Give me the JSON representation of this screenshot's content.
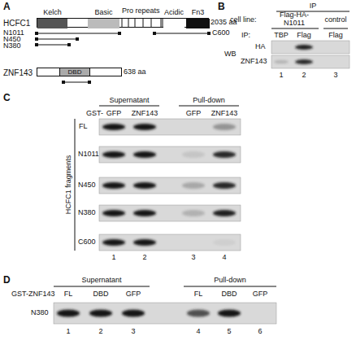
{
  "diagram": {
    "nodes": [
      {
        "text": [
          "HCFC1",
          "2035 aa"
        ]
      },
      {
        "text": [
          "Kelch"
        ],
        "in": 0
      },
      {
        "text": [
          "Basic"
        ],
        "in": 0
      },
      {
        "text": [
          "Acidic"
        ],
        "in": 0
      },
      {
        "text": [
          "Fn3"
        ],
        "in": 0
      },
      {
        "text": [
          "ZNF143",
          "638 aa"
        ]
      },
      {
        "text": [
          "DBD"
        ],
        "in": 5
      }
    ],
    "labels": [
      "A",
      "N1011",
      "N450",
      "N380",
      "C600",
      "Pro repeats",
      "B",
      "IP",
      "cell line:",
      "Flag-HA- N1011",
      "control",
      "IP:",
      "TBP",
      "Flag",
      "Flag",
      "WB",
      "HA",
      "ZNF143",
      "1",
      "2",
      "3",
      "C",
      "Supernatant",
      "Pull-down",
      "GST-",
      "GFP",
      "ZNF143",
      "GFP",
      "ZNF143",
      "FL",
      "N1011",
      "N450",
      "N380",
      "C600",
      "HCFC1 fragments",
      "1",
      "2",
      "3",
      "4",
      "D",
      "Supernatant",
      "Pull-down",
      "GST-ZNF143",
      "FL",
      "DBD",
      "GFP",
      "FL",
      "DBD",
      "GFP",
      "N380",
      "1",
      "2",
      "3",
      "4",
      "5",
      "6"
    ]
  }
}
